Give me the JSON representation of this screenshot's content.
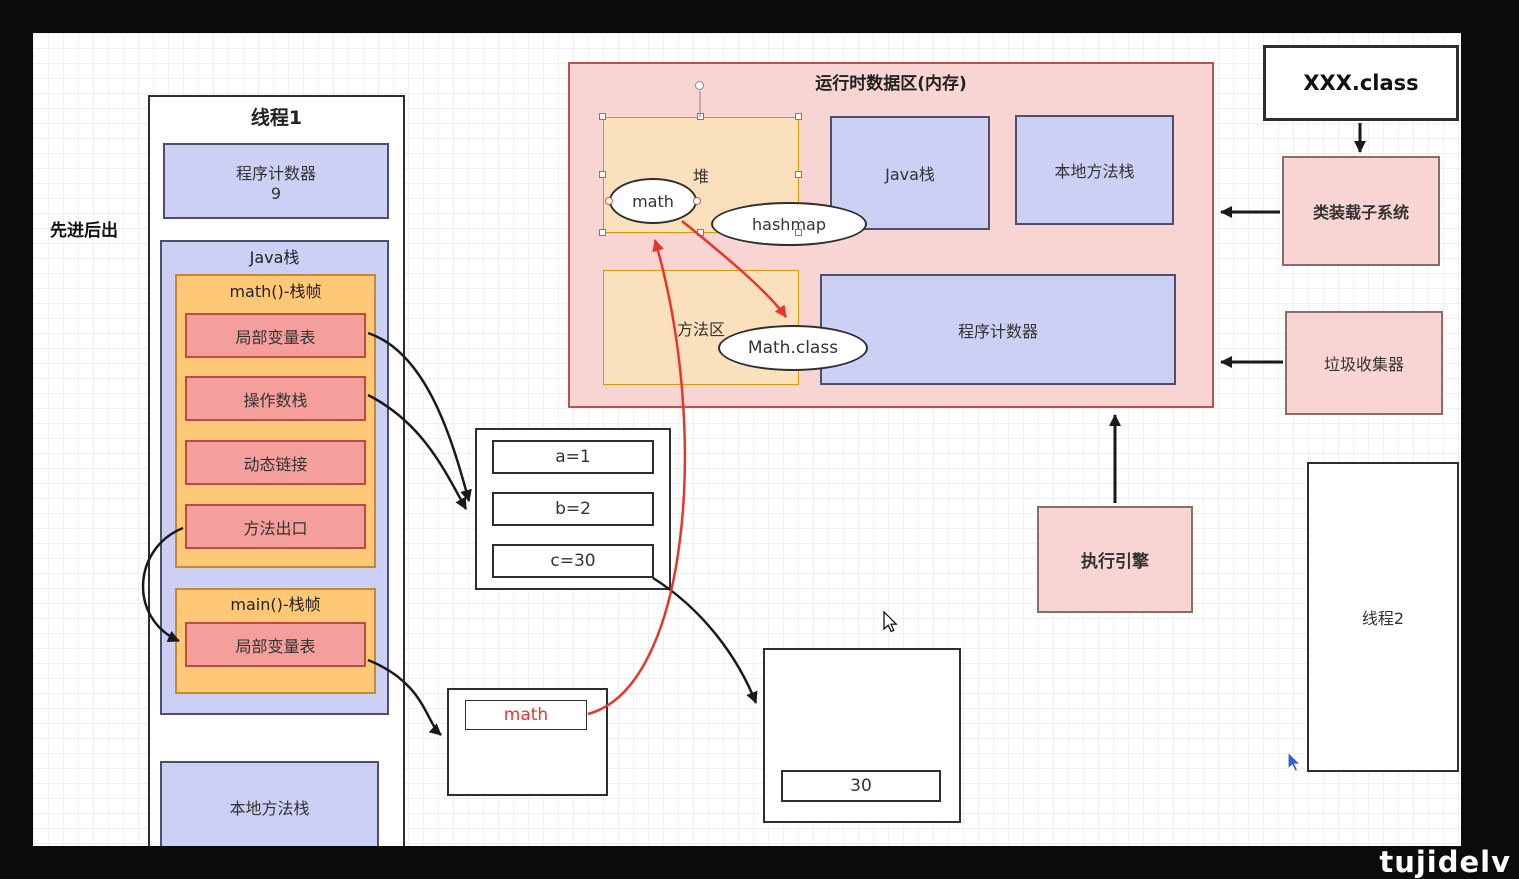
{
  "colors": {
    "pink_fill": "#f8d4d2",
    "pink_border": "#b85450",
    "purple_fill": "#ccd0f4",
    "orange_fill": "#ffc876",
    "orange_light_fill": "#fbe0bd",
    "salmon_fill": "#f49f9b",
    "salmon_border": "#bf4a42",
    "red_accent": "#e8352b",
    "canvas_bg": "#ffffff",
    "frame_bg": "#0b0b0b"
  },
  "labels": {
    "filo": "先进后出",
    "watermark": "tujidelv"
  },
  "thread1": {
    "title": "线程1",
    "pc_title": "程序计数器",
    "pc_value": "9",
    "java_stack_title": "Java栈",
    "math_frame_title": "math()-栈帧",
    "math_frame_items": [
      "局部变量表",
      "操作数栈",
      "动态链接",
      "方法出口"
    ],
    "main_frame_title": "main()-栈帧",
    "main_frame_items": [
      "局部变量表"
    ],
    "native_stack": "本地方法栈"
  },
  "vars_box": {
    "rows": [
      "a=1",
      "b=2",
      "c=30"
    ]
  },
  "math_ref_box": {
    "label": "math"
  },
  "result_box": {
    "value": "30"
  },
  "runtime_area": {
    "title": "运行时数据区(内存)",
    "heap_label": "堆",
    "heap_ellipses": [
      "math",
      "hashmap"
    ],
    "java_stack": "Java栈",
    "native_stack": "本地方法栈",
    "method_area_label": "方法区",
    "method_area_ellipse": "Math.class",
    "pc": "程序计数器"
  },
  "right_side": {
    "xxx_class": "XXX.class",
    "class_loader": "类装载子系统",
    "gc": "垃圾收集器",
    "engine": "执行引擎",
    "thread2": "线程2"
  }
}
